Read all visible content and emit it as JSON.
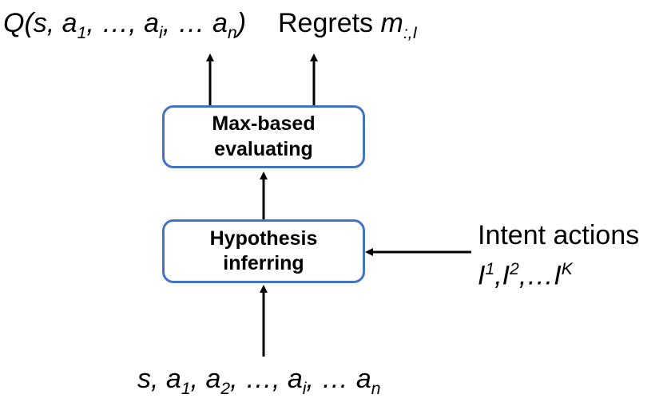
{
  "output_q": {
    "prefix": "Q(s, a",
    "sub1": "1",
    "mid": ", …, a",
    "subi": "i",
    "mid2": ", … a",
    "subn": "n",
    "suffix": ")"
  },
  "output_regrets": {
    "label": "Regrets ",
    "symbol": "m",
    "sub": ":,I"
  },
  "box_evaluating": {
    "line1": "Max-based",
    "line2": "evaluating"
  },
  "box_inferring": {
    "line1": "Hypothesis",
    "line2": "inferring"
  },
  "intent": {
    "label": "Intent actions",
    "i1": "I",
    "s1": "1",
    "sep1": ",",
    "i2": "I",
    "s2": "2",
    "sep2": ",…",
    "iK": "I",
    "sK": "K"
  },
  "input_seq": {
    "p1": "s, a",
    "s1": "1",
    "p2": ", a",
    "s2": "2",
    "p3": ", …, a",
    "si": "i",
    "p4": ", … a",
    "sn": "n"
  },
  "colors": {
    "box_border": "#4472C4",
    "arrow": "#000000"
  }
}
